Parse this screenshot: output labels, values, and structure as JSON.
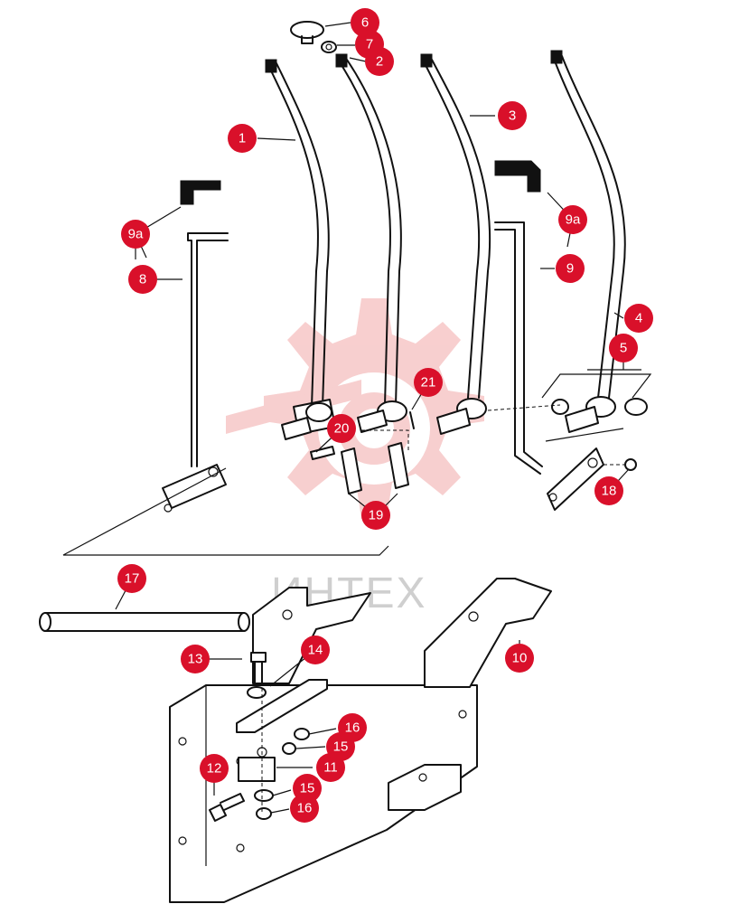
{
  "watermark": {
    "text": "ИНТЕХ",
    "color": "#f2a8a8"
  },
  "callouts": [
    {
      "label": "1"
    },
    {
      "label": "2"
    },
    {
      "label": "3"
    },
    {
      "label": "4"
    },
    {
      "label": "5"
    },
    {
      "label": "6"
    },
    {
      "label": "7"
    },
    {
      "label": "8"
    },
    {
      "label": "9"
    },
    {
      "label": "9a"
    },
    {
      "label": "9a"
    },
    {
      "label": "10"
    },
    {
      "label": "11"
    },
    {
      "label": "12"
    },
    {
      "label": "13"
    },
    {
      "label": "14"
    },
    {
      "label": "15"
    },
    {
      "label": "15"
    },
    {
      "label": "16"
    },
    {
      "label": "16"
    },
    {
      "label": "17"
    },
    {
      "label": "18"
    },
    {
      "label": "19"
    },
    {
      "label": "20"
    },
    {
      "label": "21"
    }
  ],
  "colors": {
    "callout": "#d9102a",
    "line": "#111111"
  }
}
